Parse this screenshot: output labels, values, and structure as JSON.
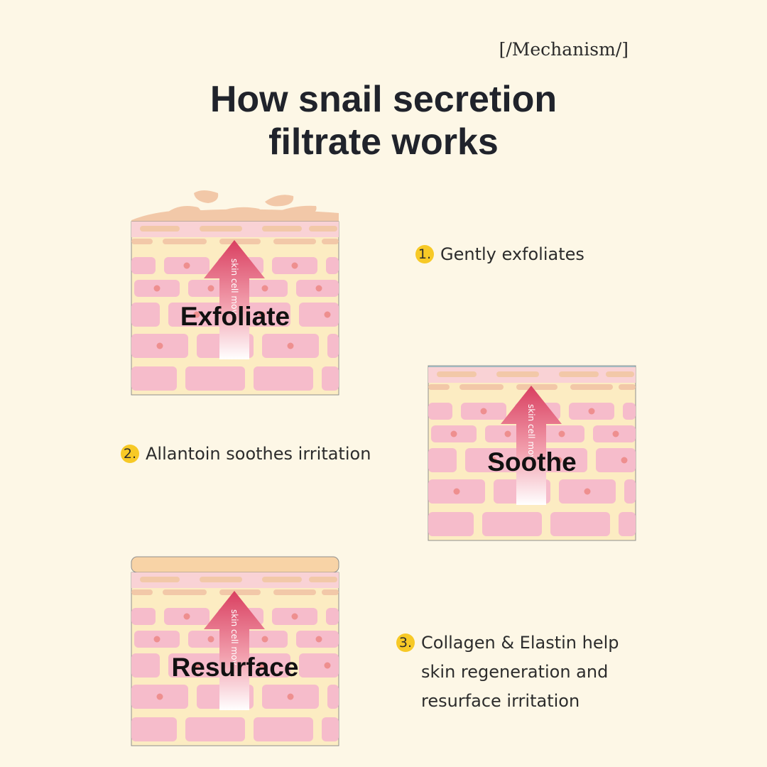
{
  "header": {
    "tag": "[/Mechanism/]",
    "title_lines": [
      "How snail secretion",
      "filtrate works"
    ]
  },
  "steps": [
    {
      "number": "1.",
      "text": "Gently exfoliates"
    },
    {
      "number": "2.",
      "text": "Allantoin soothes irritation"
    },
    {
      "number": "3.",
      "text": "Collagen & Elastin help\nskin regeneration and\nresurface irritation"
    }
  ],
  "diagrams": [
    {
      "label": "Exfoliate",
      "arrow_text": "skin cell mov",
      "top_layer": "flakes"
    },
    {
      "label": "Soothe",
      "arrow_text": "skin cell mov",
      "top_layer": "moisture-film"
    },
    {
      "label": "Resurface",
      "arrow_text": "skin cell mov",
      "top_layer": "new-layer"
    }
  ],
  "colors": {
    "background": "#fdf7e6",
    "skin_pink": "#f6bccb",
    "skin_base": "#fcecc2",
    "band_pink": "#f9d2d5",
    "band_peach": "#f2c8a8",
    "arrow_red": "#d93f60",
    "badge_yellow": "#f7c926",
    "moisture_blue": "#b6e2ef",
    "new_layer_peach": "#f8d3a6"
  }
}
